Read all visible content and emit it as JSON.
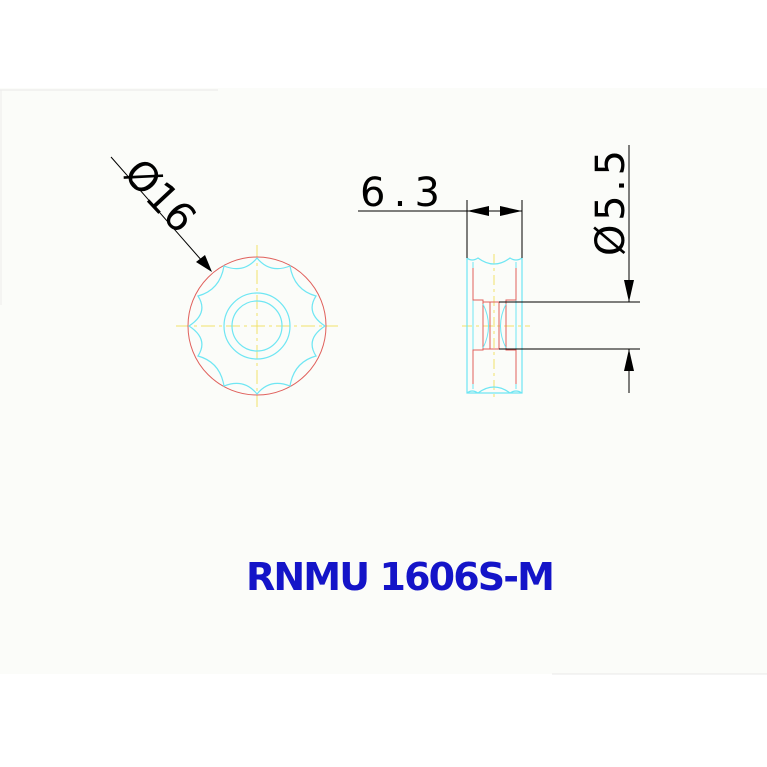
{
  "dimensions": {
    "diameter_outer": "Ø16",
    "width": "6.3",
    "diameter_inner": "Ø5.5"
  },
  "part_code": "RNMU 1606S-M",
  "colors": {
    "background": "#ffffff",
    "paper": "#fbfcf9",
    "outline_cyan": "#6fe6f3",
    "outline_red": "#e0605c",
    "centerline_yellow": "#f2e26a",
    "dimension_black": "#000000",
    "part_code_blue": "#1414c8"
  }
}
